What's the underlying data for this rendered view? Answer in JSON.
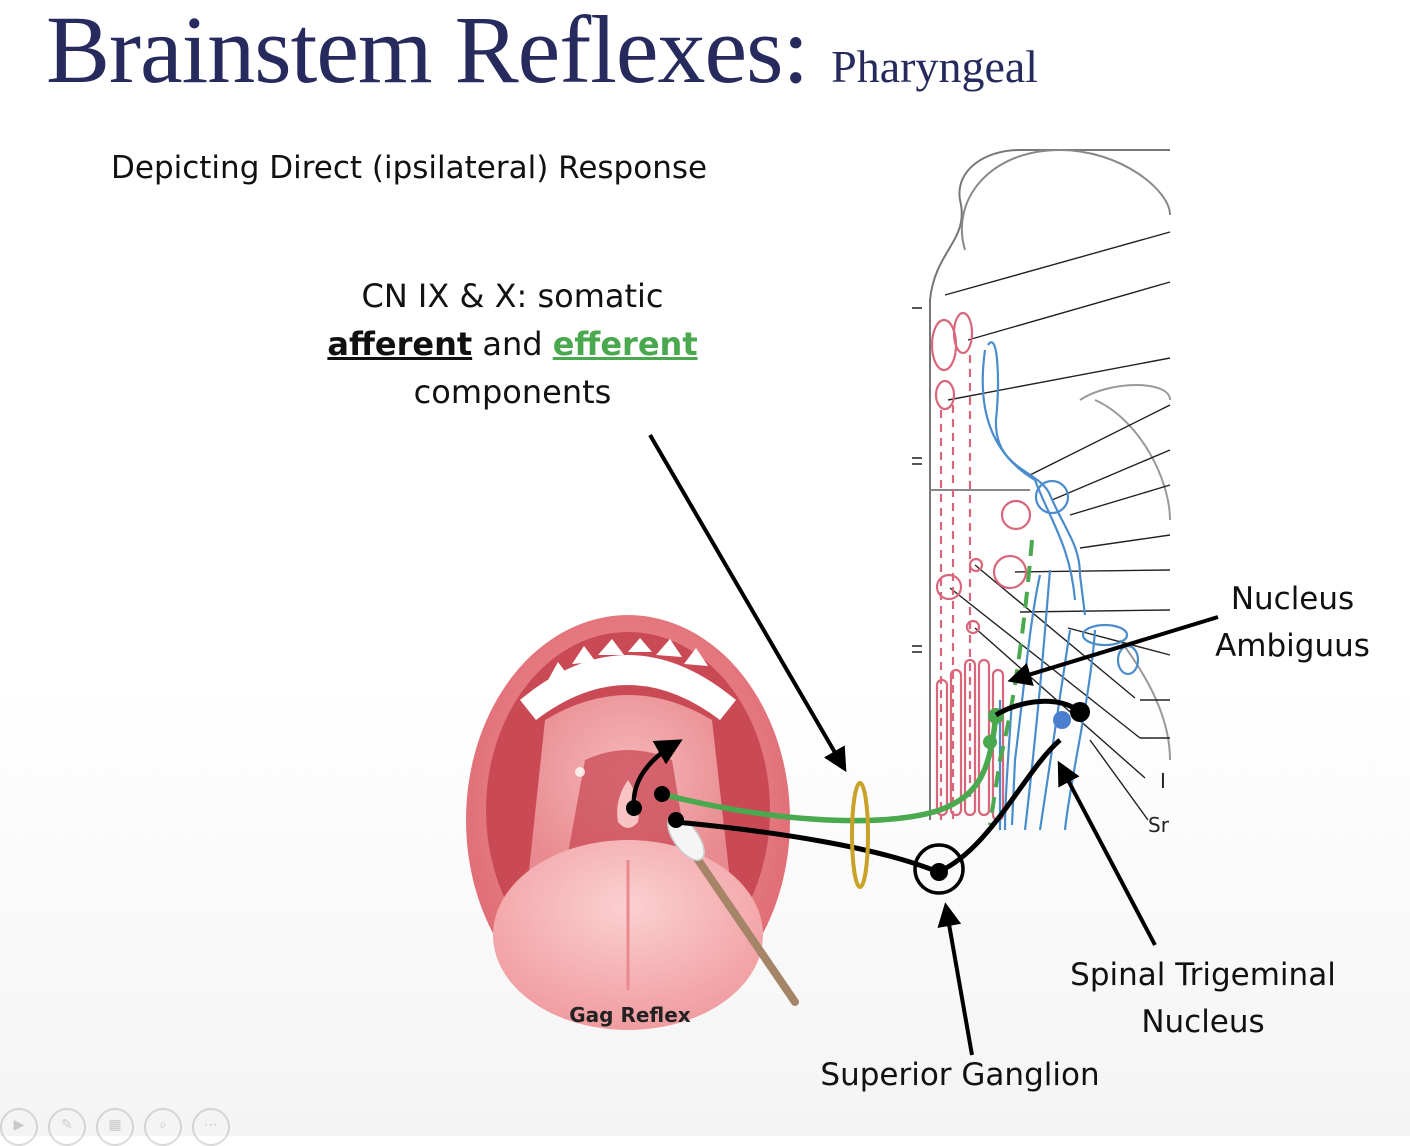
{
  "slide": {
    "title": "Brainstem Reflexes:",
    "title_sub": "Pharyngeal",
    "heading": "Depicting Direct (ipsilateral) Response"
  },
  "labels": {
    "cn_line1": "CN IX & X: somatic",
    "cn_afferent": "afferent",
    "cn_and": "and",
    "cn_efferent": "efferent",
    "cn_line3": "components",
    "nucleus_ambiguus_1": "Nucleus",
    "nucleus_ambiguus_2": "Ambiguus",
    "spinal_trigeminal_1": "Spinal Trigeminal",
    "spinal_trigeminal_2": "Nucleus",
    "superior_ganglion": "Superior Ganglion",
    "gag_reflex": "Gag Reflex",
    "cut_label_1": "I",
    "cut_label_2": "Sr"
  },
  "colors": {
    "title": "#262a5c",
    "afferent": "#111111",
    "efferent": "#4aa84f",
    "motor_nuclei": "#d9667a",
    "sensory_nuclei": "#4a8ccc",
    "nerve_ring": "#c9a227"
  },
  "toolbar_icons": [
    "play-icon",
    "pen-icon",
    "slides-icon",
    "zoom-icon",
    "more-icon"
  ]
}
